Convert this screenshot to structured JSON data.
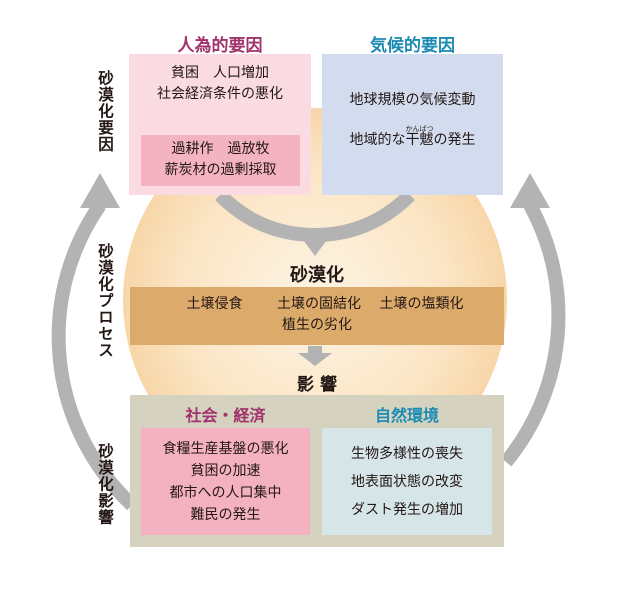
{
  "side_labels": {
    "causes": "砂漠化要因",
    "process": "砂漠化プロセス",
    "impacts": "砂漠化影響"
  },
  "human": {
    "title": "人為的要因",
    "lines": [
      "貧困　人口増加",
      "社会経済条件の悪化"
    ],
    "inner_lines": [
      "過耕作　過放牧",
      "薪炭材の過剰採取"
    ]
  },
  "climate": {
    "title": "気候的要因",
    "line1": "地球規模の気候変動",
    "line2_pre": "地域的な",
    "line2_ruby_base": "干魃",
    "line2_ruby": "かんばつ",
    "line2_post": "の発生"
  },
  "desertification": {
    "title": "砂漠化",
    "items": [
      "土壌侵食",
      "土壌の固結化",
      "土壌の塩類化",
      "植生の劣化"
    ]
  },
  "impact": {
    "title": "影 響",
    "social": {
      "title": "社会・経済",
      "lines": [
        "食糧生産基盤の悪化",
        "貧困の加速",
        "都市への人口集中",
        "難民の発生"
      ]
    },
    "nature": {
      "title": "自然環境",
      "lines": [
        "生物多様性の喪失",
        "地表面状態の改変",
        "ダスト発生の増加"
      ]
    }
  },
  "colors": {
    "human": "#a1326c",
    "climate": "#1c8bb3",
    "arrow": "#b3b3b3"
  }
}
